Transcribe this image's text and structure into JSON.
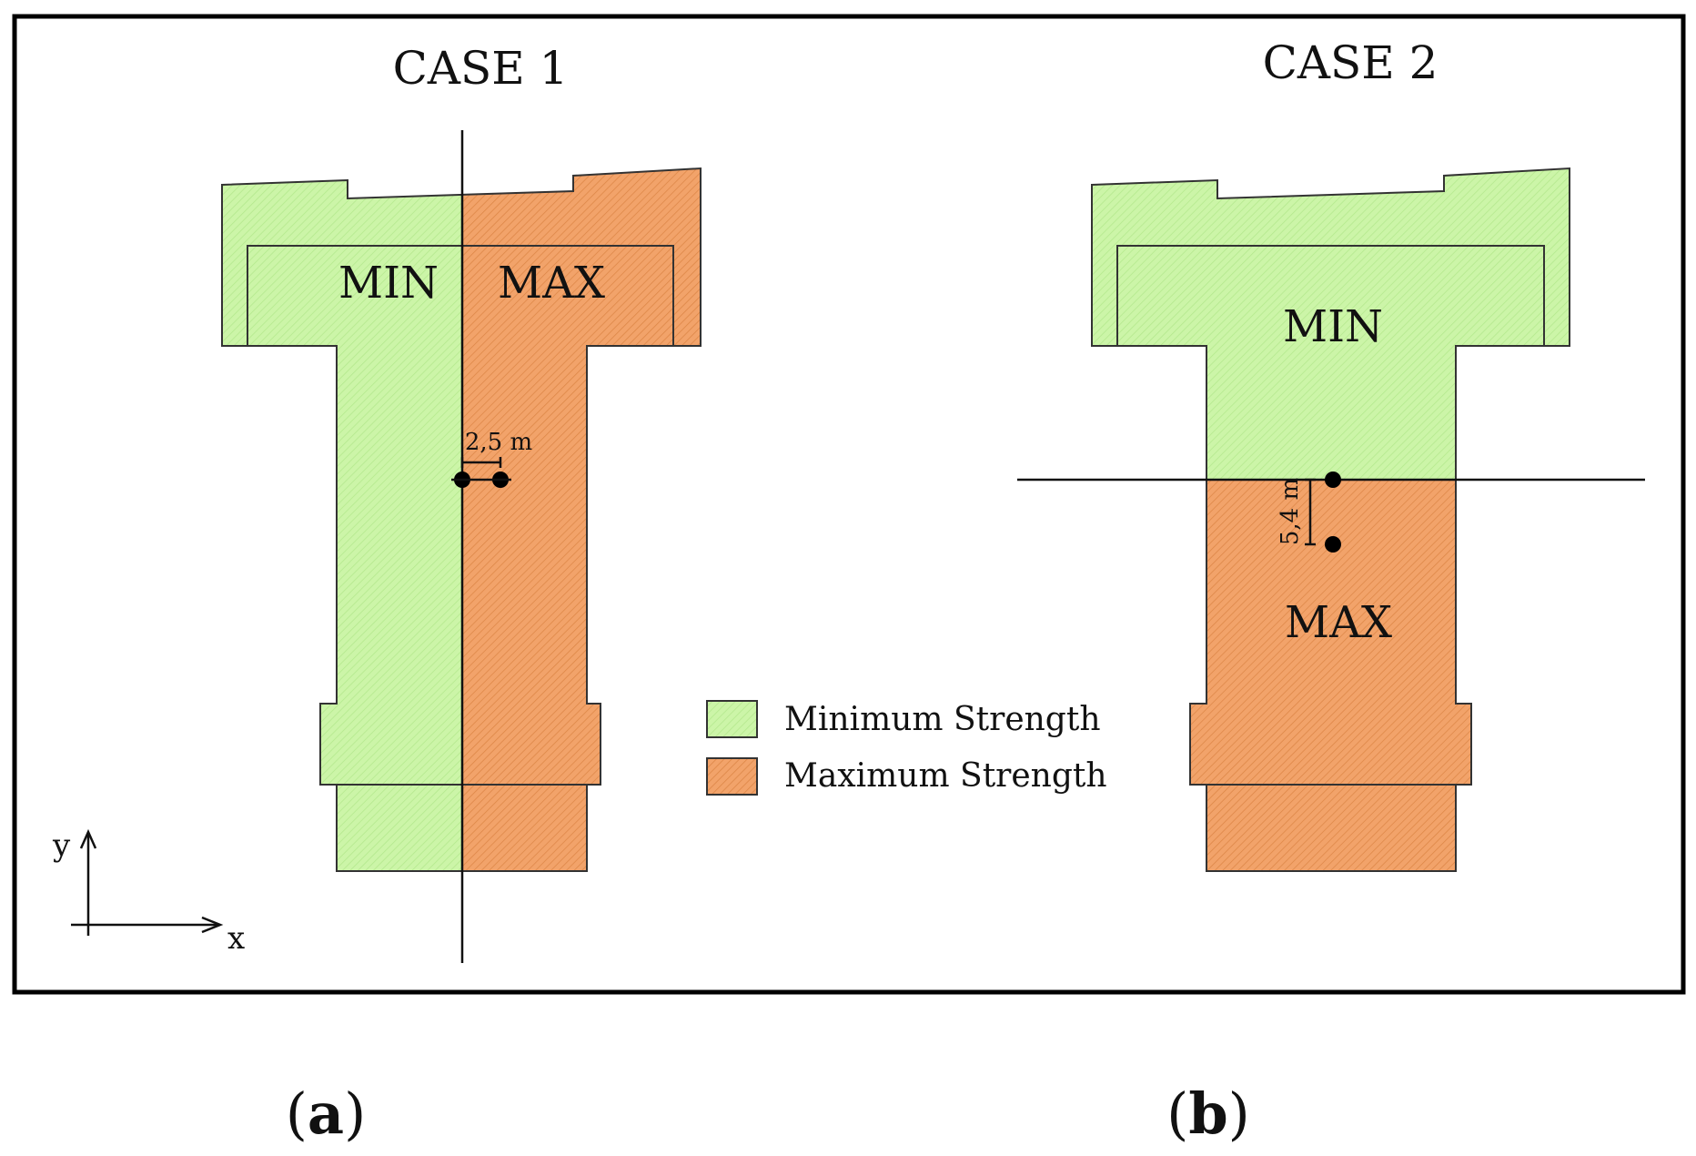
{
  "case1": {
    "title": "CASE 1",
    "min_label": "MIN",
    "max_label": "MAX",
    "dimension": "2,5 m"
  },
  "case2": {
    "title": "CASE 2",
    "min_label": "MIN",
    "max_label": "MAX",
    "dimension": "5,4 m"
  },
  "legend": {
    "items": [
      {
        "label": "Minimum Strength",
        "color": "#ccf5a8"
      },
      {
        "label": "Maximum Strength",
        "color": "#f2a36a"
      }
    ]
  },
  "axes": {
    "y_label": "y",
    "x_label": "x"
  },
  "subfigures": {
    "a": {
      "open": "(",
      "letter": "a",
      "close": ")"
    },
    "b": {
      "open": "(",
      "letter": "b",
      "close": ")"
    }
  },
  "colors": {
    "min_fill": "#ccf5a8",
    "max_fill": "#f2a36a",
    "frame": "#000000"
  }
}
